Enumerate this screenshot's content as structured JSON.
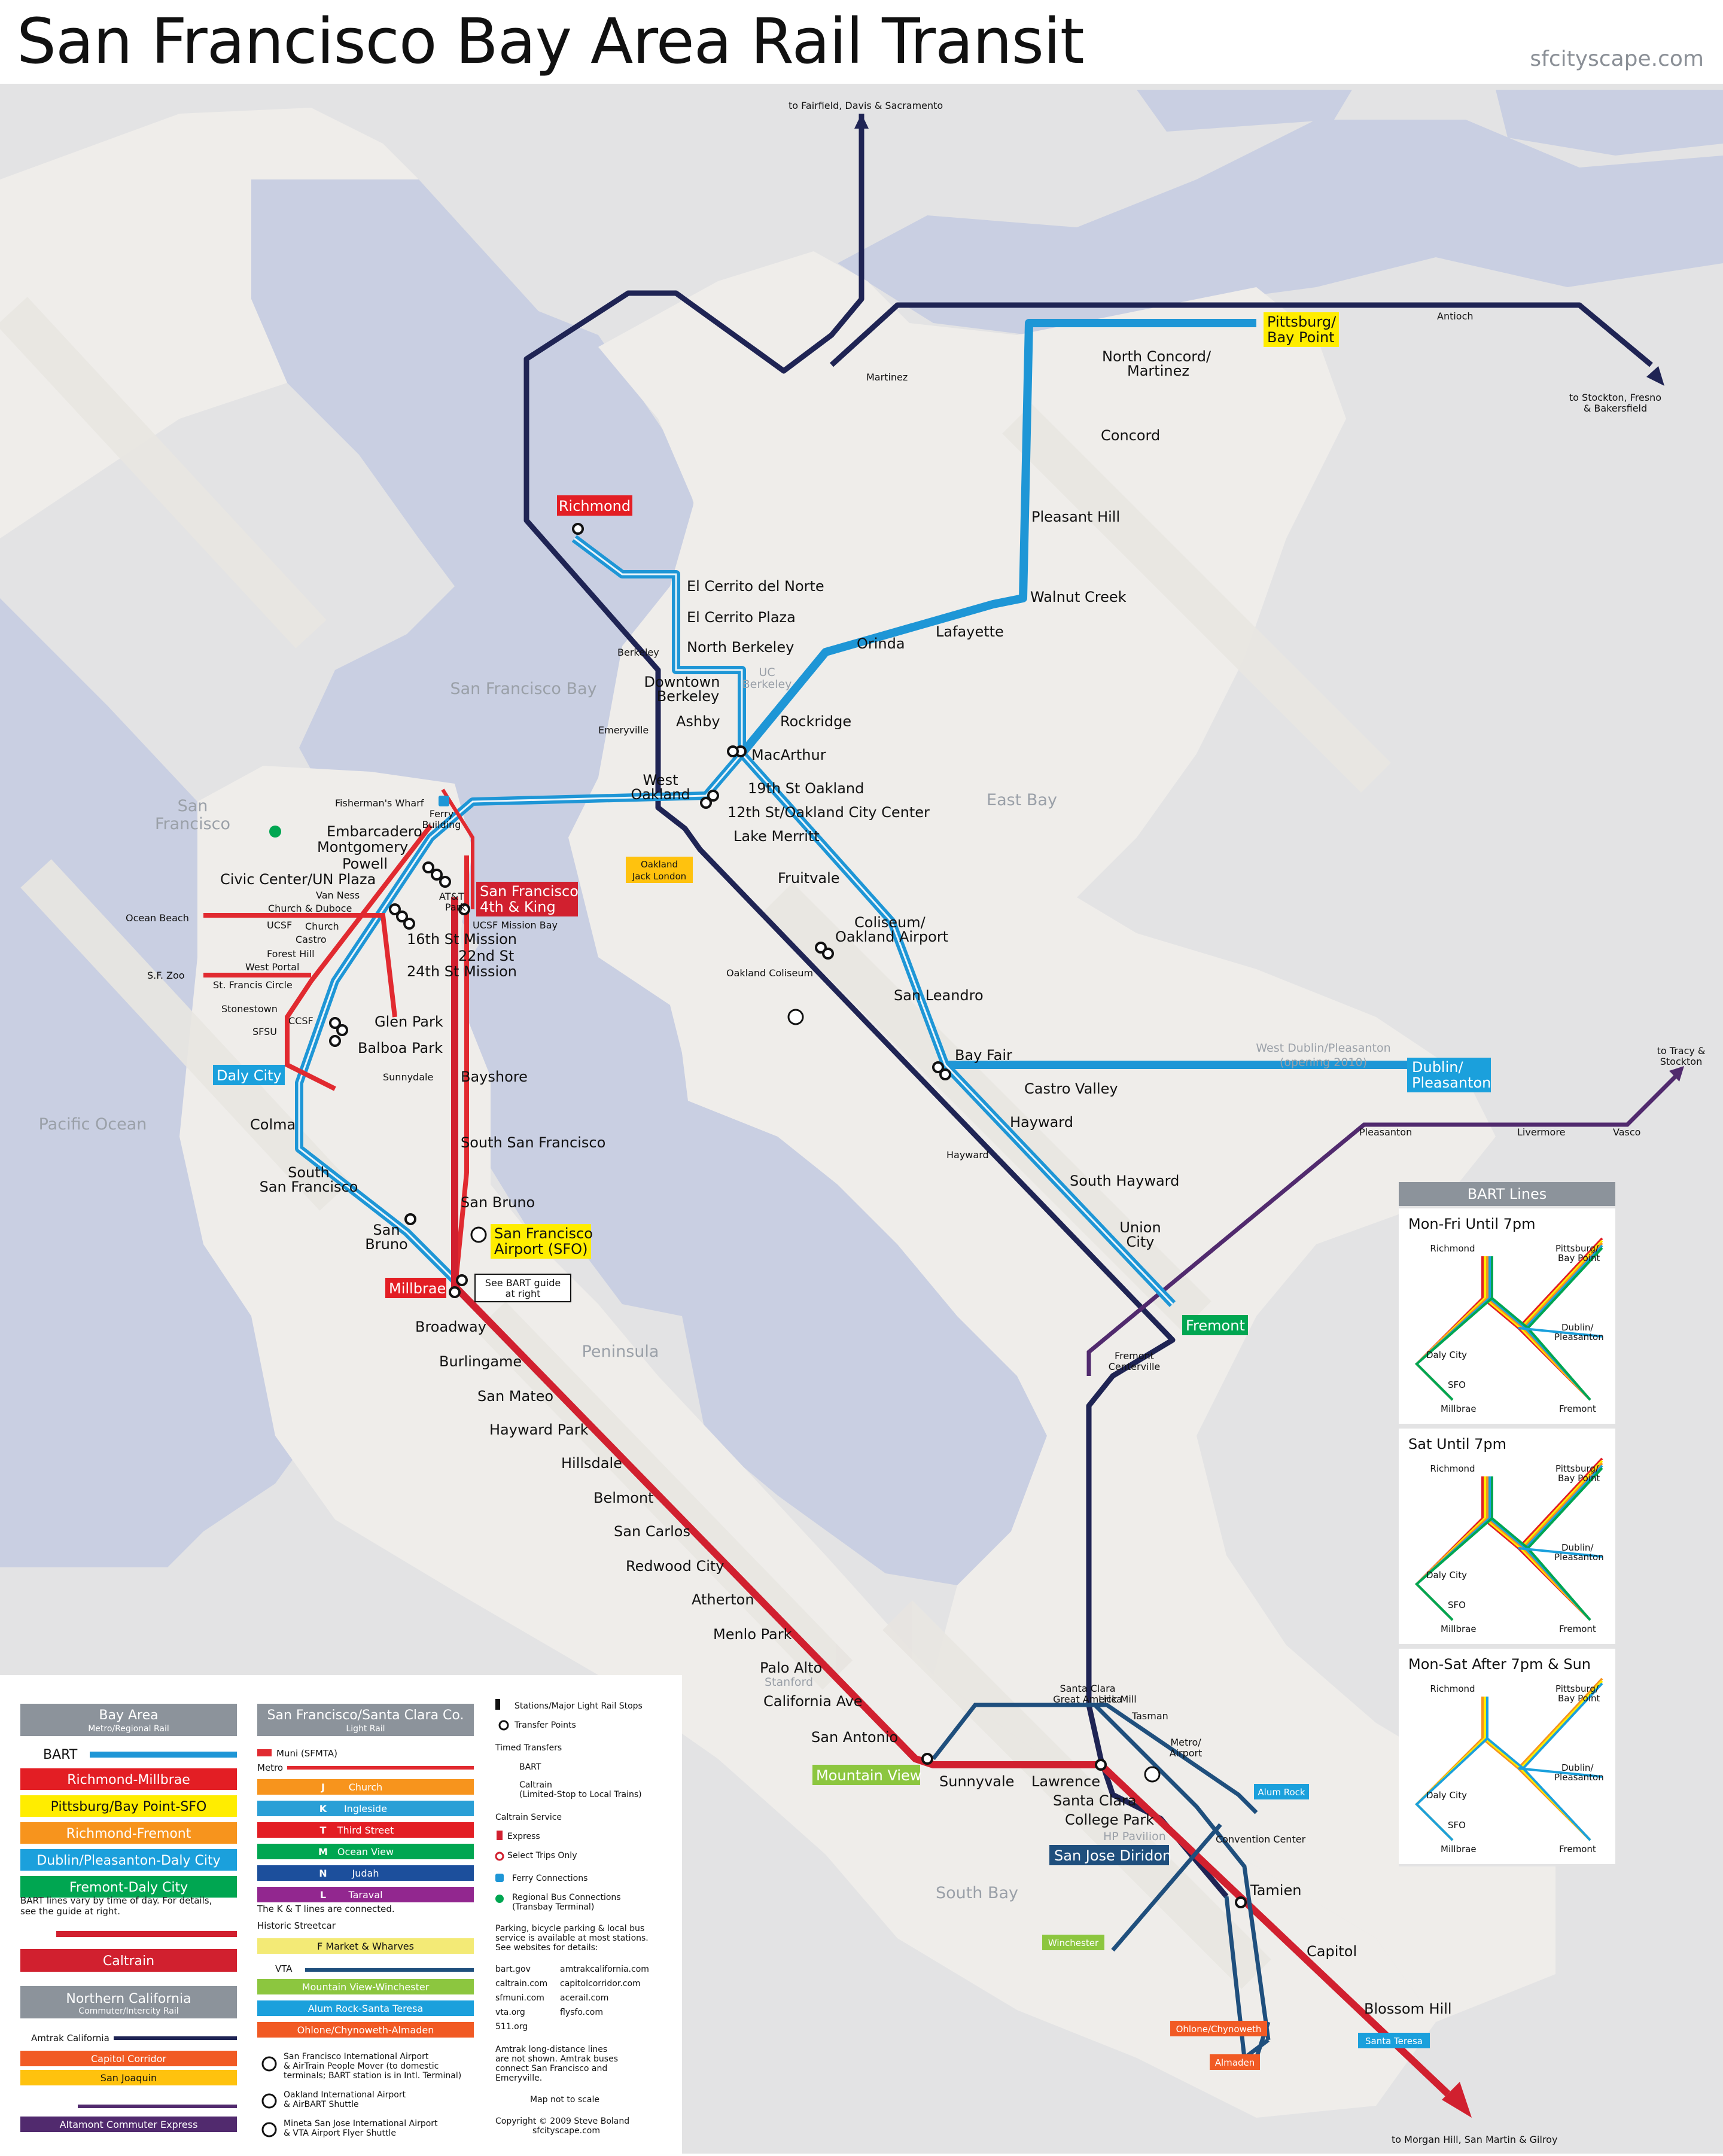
{
  "header": {
    "title": "San Francisco Bay Area Rail Transit",
    "site": "sfcityscape.com"
  },
  "regions": {
    "sf_bay": "San Francisco Bay",
    "san_francisco": [
      "San",
      "Francisco"
    ],
    "pacific": "Pacific Ocean",
    "east_bay": "East Bay",
    "peninsula": "Peninsula",
    "south_bay": "South Bay"
  },
  "terminals": {
    "richmond": "Richmond",
    "pittsburg": [
      "Pittsburg/",
      "Bay Point"
    ],
    "dublin": [
      "Dublin/",
      "Pleasanton"
    ],
    "fremont": "Fremont",
    "daly_city": "Daly City",
    "millbrae": "Millbrae",
    "sfo": [
      "San Francisco",
      "Airport (SFO)"
    ],
    "sf_4th_king": [
      "San Francisco",
      "4th & King"
    ],
    "mountain_view": "Mountain View",
    "san_jose_diridon": "San Jose Diridon",
    "oakland_jack_london": [
      "Oakland",
      "Jack London"
    ],
    "alum_rock": "Alum Rock",
    "winchester": "Winchester",
    "ohlone": "Ohlone/Chynoweth",
    "almaden": "Almaden",
    "santa_teresa": "Santa Teresa"
  },
  "stations": {
    "el_cerrito_norte": "El Cerrito del Norte",
    "el_cerrito_plaza": "El Cerrito Plaza",
    "north_berkeley": "North Berkeley",
    "downtown_berkeley": [
      "Downtown",
      "Berkeley"
    ],
    "uc_berkeley": [
      "UC",
      "Berkeley"
    ],
    "ashby": "Ashby",
    "rockridge": "Rockridge",
    "macarthur": "MacArthur",
    "st19": "19th St Oakland",
    "st12": "12th St/Oakland City Center",
    "lake_merritt": "Lake Merritt",
    "west_oakland": [
      "West",
      "Oakland"
    ],
    "fruitvale": "Fruitvale",
    "coliseum": [
      "Coliseum/",
      "Oakland Airport"
    ],
    "san_leandro": "San Leandro",
    "bay_fair": "Bay Fair",
    "castro_valley": "Castro Valley",
    "west_dublin": [
      "West Dublin/Pleasanton",
      "(opening 2010)"
    ],
    "hayward": "Hayward",
    "south_hayward": "South Hayward",
    "union_city": [
      "Union",
      "City"
    ],
    "orinda": "Orinda",
    "lafayette": "Lafayette",
    "walnut_creek": "Walnut Creek",
    "pleasant_hill": "Pleasant Hill",
    "concord": "Concord",
    "north_concord": [
      "North Concord/",
      "Martinez"
    ],
    "embarcadero": "Embarcadero",
    "montgomery": "Montgomery",
    "powell": "Powell",
    "civic_center": "Civic Center/UN Plaza",
    "st16": "16th St Mission",
    "st22": "22nd St",
    "st24": "24th St Mission",
    "glen_park": "Glen Park",
    "balboa_park": "Balboa Park",
    "colma": "Colma",
    "south_sf": [
      "South",
      "San Francisco"
    ],
    "san_bruno": [
      "San",
      "Bruno"
    ],
    "bayshore": "Bayshore",
    "ssf_caltrain": "South San Francisco",
    "san_bruno_caltrain": "San Bruno",
    "broadway": "Broadway",
    "burlingame": "Burlingame",
    "san_mateo": "San Mateo",
    "hayward_park": "Hayward Park",
    "hillsdale": "Hillsdale",
    "belmont": "Belmont",
    "san_carlos": "San Carlos",
    "redwood_city": "Redwood City",
    "atherton": "Atherton",
    "menlo_park": "Menlo Park",
    "palo_alto": "Palo Alto",
    "stanford": "Stanford",
    "california_ave": "California Ave",
    "san_antonio": "San Antonio",
    "sunnyvale": "Sunnyvale",
    "lawrence": "Lawrence",
    "santa_clara": "Santa Clara",
    "college_park": "College Park",
    "hp_pavilion": "HP Pavilion",
    "tamien": "Tamien",
    "capitol": "Capitol",
    "blossom_hill": "Blossom Hill",
    "fishermans_wharf": "Fisherman's Wharf",
    "ferry_building": [
      "Ferry",
      "Building"
    ],
    "van_ness": "Van Ness",
    "church_duboce": "Church & Duboce",
    "ocean_beach": "Ocean Beach",
    "ucsf": "UCSF",
    "church": "Church",
    "castro": "Castro",
    "forest_hill": "Forest Hill",
    "west_portal": "West Portal",
    "sf_zoo": "S.F. Zoo",
    "st_francis_circle": "St. Francis Circle",
    "stonestown": "Stonestown",
    "sfsu": "SFSU",
    "ccsf": "CCSF",
    "att_park": [
      "AT&T",
      "Park"
    ],
    "ucsf_mission_bay": "UCSF Mission Bay",
    "sunnydale": "Sunnydale",
    "see_bart": [
      "See BART guide",
      "at right"
    ],
    "martinez": "Martinez",
    "antioch": "Antioch",
    "berkeley_amtrak": "Berkeley",
    "emeryville": "Emeryville",
    "oakland_coliseum_amtrak": "Oakland Coliseum",
    "hayward_amtrak": "Hayward",
    "fremont_centerville": [
      "Fremont",
      "Centerville"
    ],
    "pleasanton": "Pleasanton",
    "livermore": "Livermore",
    "vasco": "Vasco",
    "santa_clara_ga": [
      "Santa Clara",
      "Great America"
    ],
    "lick_mill": "Lick Mill",
    "tasman": "Tasman",
    "metro_airport": [
      "Metro/",
      "Airport"
    ],
    "convention_center": "Convention Center",
    "to_fairfield": "to Fairfield, Davis & Sacramento",
    "to_stockton": [
      "to Stockton, Fresno",
      "& Bakersfield"
    ],
    "to_tracy": [
      "to Tracy &",
      "Stockton"
    ],
    "to_morgan_hill": "to Morgan Hill, San Martin & Gilroy"
  },
  "legend": {
    "bay_area_title": "Bay Area",
    "bay_area_sub": "Metro/Regional Rail",
    "bart": "BART",
    "bart_lines": [
      {
        "label": "Richmond-Millbrae",
        "color": "#e31e24",
        "text": "#ffffff"
      },
      {
        "label": "Pittsburg/Bay Point-SFO",
        "color": "#ffed00",
        "text": "#111111"
      },
      {
        "label": "Richmond-Fremont",
        "color": "#f7941d",
        "text": "#ffffff"
      },
      {
        "label": "Dublin/Pleasanton-Daly City",
        "color": "#1ba0dc",
        "text": "#ffffff"
      },
      {
        "label": "Fremont-Daly City",
        "color": "#00a651",
        "text": "#ffffff"
      }
    ],
    "bart_note": [
      "BART lines vary by time of day. For details,",
      "see the guide at right."
    ],
    "caltrain": "Caltrain",
    "norcal_title": "Northern California",
    "norcal_sub": "Commuter/Intercity Rail",
    "amtrak": "Amtrak California",
    "capitol_corridor": "Capitol Corridor",
    "san_joaquin": "San Joaquin",
    "altamont": "Altamont Commuter Express",
    "sfsc_title": "San Francisco/Santa Clara Co.",
    "sfsc_sub": "Light Rail",
    "muni": "Muni (SFMTA)",
    "metro": "Metro",
    "muni_lines": [
      {
        "letter": "J",
        "label": "Church",
        "color": "#f7941d"
      },
      {
        "letter": "K",
        "label": "Ingleside",
        "color": "#2a9fd6"
      },
      {
        "letter": "T",
        "label": "Third Street",
        "color": "#e31e24"
      },
      {
        "letter": "M",
        "label": "Ocean View",
        "color": "#00a651"
      },
      {
        "letter": "N",
        "label": "Judah",
        "color": "#1c4f9c"
      },
      {
        "letter": "L",
        "label": "Taraval",
        "color": "#92278f"
      }
    ],
    "kt_note": "The K & T lines are connected.",
    "historic": "Historic Streetcar",
    "f_line": "F  Market & Wharves",
    "vta": "VTA",
    "vta_lines": [
      {
        "label": "Mountain View-Winchester",
        "color": "#8cc63f"
      },
      {
        "label": "Alum Rock-Santa Teresa",
        "color": "#1ba0dc"
      },
      {
        "label": "Ohlone/Chynoweth-Almaden",
        "color": "#f15a24"
      }
    ],
    "sfo_note": [
      "San Francisco International Airport",
      "& AirTrain People Mover (to domestic",
      "terminals; BART station is in Intl. Terminal)"
    ],
    "oak_note": [
      "Oakland International Airport",
      "& AirBART Shuttle"
    ],
    "sjc_note": [
      "Mineta San Jose International Airport",
      "& VTA Airport Flyer Shuttle"
    ],
    "stations_major": "Stations/Major Light Rail Stops",
    "transfer": "Transfer Points",
    "timed": "Timed Transfers",
    "timed_bart": "BART",
    "timed_caltrain": [
      "Caltrain",
      "(Limited-Stop to Local Trains)"
    ],
    "caltrain_service": "Caltrain Service",
    "express": "Express",
    "select_trips": "Select Trips Only",
    "ferry": "Ferry Connections",
    "regional_bus": [
      "Regional Bus Connections",
      "(Transbay Terminal)"
    ],
    "parking": [
      "Parking, bicycle parking & local bus",
      "service is available at most stations.",
      "See websites for details:"
    ],
    "websites": [
      [
        "bart.gov",
        "amtrakcalifornia.com"
      ],
      [
        "caltrain.com",
        "capitolcorridor.com"
      ],
      [
        "sfmuni.com",
        "acerail.com"
      ],
      [
        "vta.org",
        "flysfo.com"
      ],
      [
        "511.org",
        ""
      ]
    ],
    "amtrak_note": [
      "Amtrak long-distance lines",
      "are not shown. Amtrak buses",
      "connect San Francisco and",
      "Emeryville."
    ],
    "scale": "Map not to scale",
    "copyright": [
      "Copyright © 2009 Steve Boland",
      "sfcityscape.com"
    ]
  },
  "bart_guide": {
    "title": "BART Lines",
    "panels": [
      {
        "title": "Mon-Fri Until 7pm"
      },
      {
        "title": "Sat Until 7pm"
      },
      {
        "title": "Mon-Sat After 7pm & Sun"
      }
    ],
    "labels": {
      "richmond": "Richmond",
      "pittsburg": [
        "Pittsburg/",
        "Bay Point"
      ],
      "dublin": [
        "Dublin/",
        "Pleasanton"
      ],
      "daly_city": "Daly City",
      "sfo": "SFO",
      "millbrae": "Millbrae",
      "fremont": "Fremont"
    }
  },
  "colors": {
    "water": "#c9cfe2",
    "land": "#efedea",
    "bg": "#e3e3e4",
    "bart": "#1e96d6",
    "caltrain": "#d1202f",
    "muni": "#e12a30",
    "amtrak": "#1f2454",
    "ace": "#512a6e",
    "vta": "#1f4f7d"
  }
}
